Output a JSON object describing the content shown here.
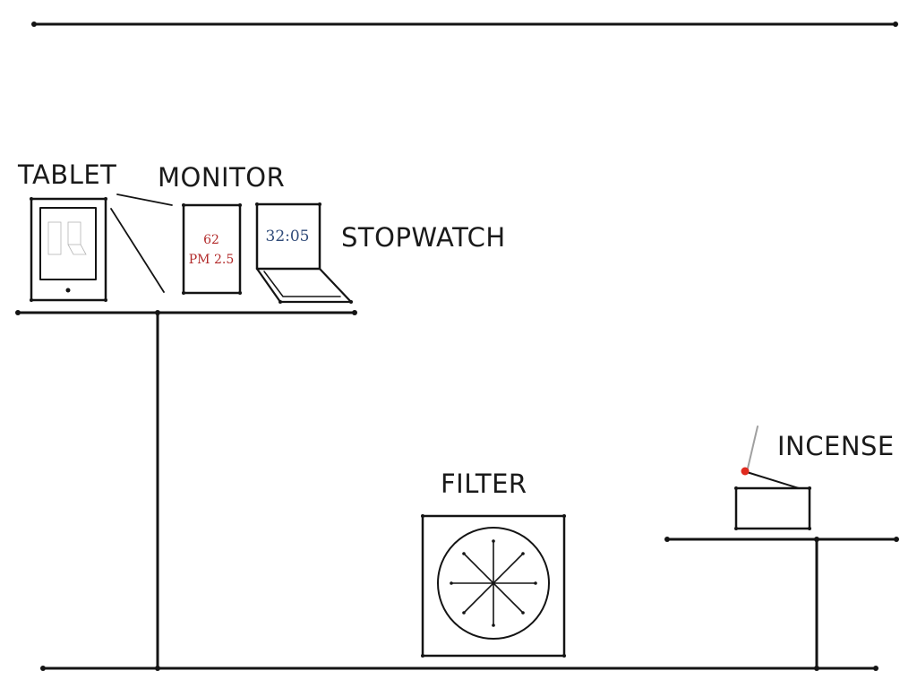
{
  "labels": {
    "tablet": "TABLET",
    "monitor": "MONITOR",
    "stopwatch": "STOPWATCH",
    "filter": "FILTER",
    "incense": "INCENSE"
  },
  "monitor_display": {
    "value": "62",
    "unit": "PM 2.5",
    "color": "#b22a2a"
  },
  "stopwatch_display": {
    "time": "32:05",
    "color": "#2f4a78"
  },
  "incense_tip_color": "#e02a1f",
  "ink_color": "#141414"
}
